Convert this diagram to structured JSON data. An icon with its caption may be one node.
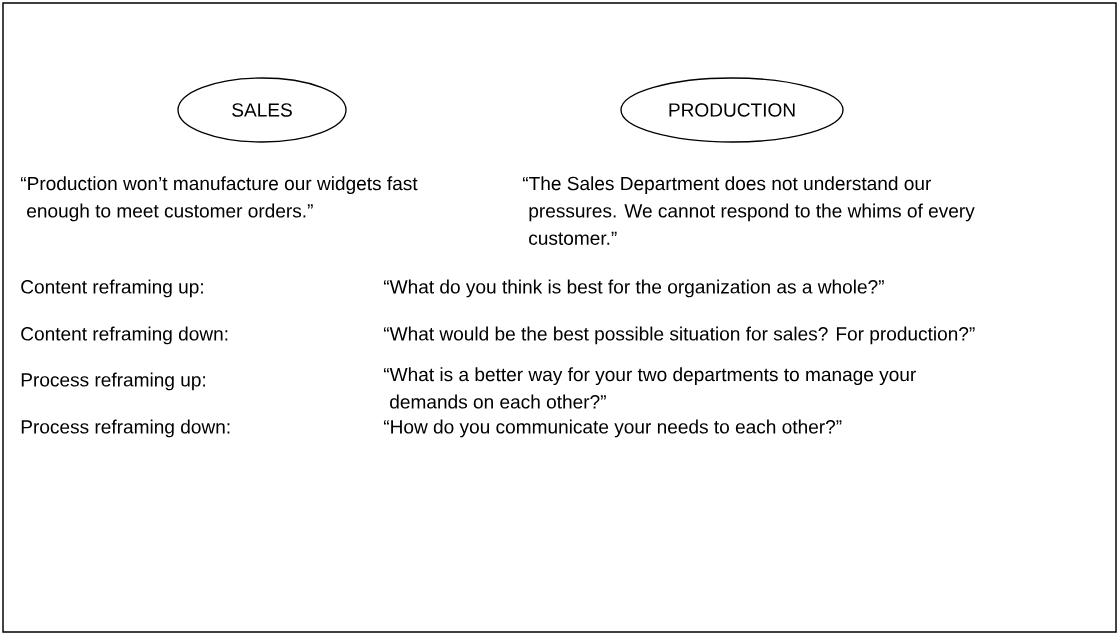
{
  "diagram": {
    "nodes": [
      {
        "text": [
          "SALES"
        ],
        "beside": [
          "“Production won’t manufacture our widgets fast enough to meet customer orders.”"
        ]
      },
      {
        "text": [
          "PRODUCTION"
        ],
        "beside": [
          "“The Sales Department does not understand our pressures. We cannot respond to the whims of every customer.”"
        ]
      }
    ],
    "edges": [],
    "labels": [
      "Content reframing up:",
      "“What do you think is best for the organization as a whole?”",
      "Content reframing down:",
      "“What would be the best possible situation for sales? For production?”",
      "Process reframing up:",
      "“What is a better way for your two departments to manage your demands on each other?”",
      "Process reframing down:",
      "“How do you communicate your needs to each other?”"
    ]
  }
}
